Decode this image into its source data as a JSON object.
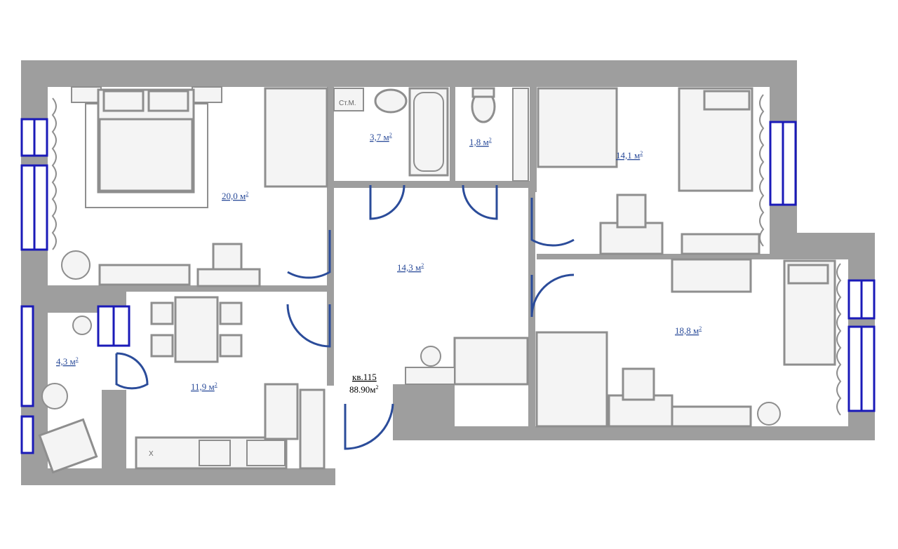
{
  "plan": {
    "apartment_number": "кв.115",
    "total_area": "88.90м",
    "total_area_sup": "2",
    "washer_label": "Ст.М.",
    "stove_label": "X",
    "rooms": {
      "bedroom": {
        "value": "20,0 м",
        "sup": "2"
      },
      "bathroom": {
        "value": "3,7 м",
        "sup": "2"
      },
      "toilet": {
        "value": "1,8 м",
        "sup": "2"
      },
      "bedroom2": {
        "value": "14,1 м",
        "sup": "2"
      },
      "hall": {
        "value": "14,3 м",
        "sup": "2"
      },
      "balcony": {
        "value": "4,3 м",
        "sup": "2"
      },
      "kitchen": {
        "value": "11,9 м",
        "sup": "2"
      },
      "bedroom3": {
        "value": "18,8 м",
        "sup": "2"
      }
    }
  },
  "colors": {
    "wall": "#9e9e9e",
    "door": "#2b4c9a",
    "window": "#1a1ab8",
    "label": "#2b4c9a"
  }
}
